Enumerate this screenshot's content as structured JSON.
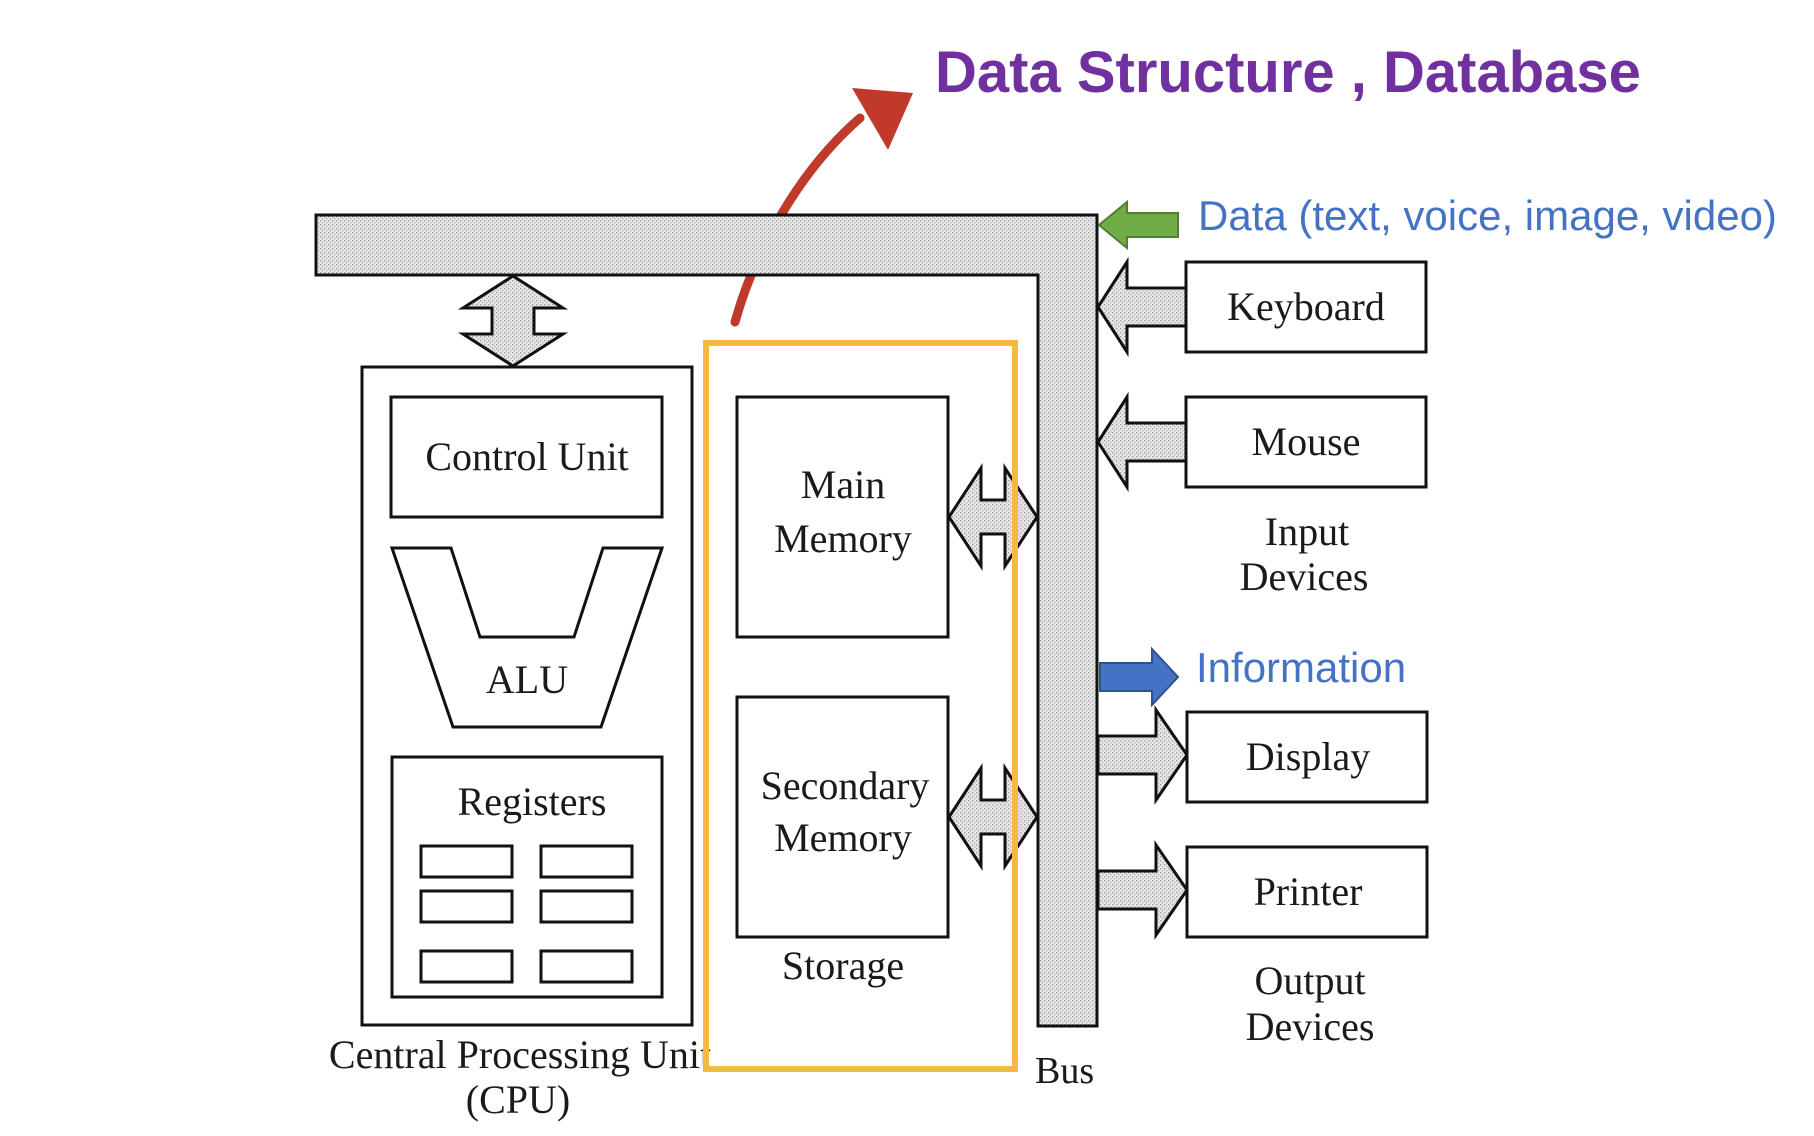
{
  "headline": "Data Structure , Database",
  "annotations": {
    "data_label": "Data (text, voice, image, video)",
    "information_label": "Information"
  },
  "cpu": {
    "control_unit": "Control Unit",
    "alu": "ALU",
    "registers": "Registers",
    "caption_line1": "Central Processing Unit",
    "caption_line2": "(CPU)"
  },
  "storage": {
    "main_memory_line1": "Main",
    "main_memory_line2": "Memory",
    "secondary_memory_line1": "Secondary",
    "secondary_memory_line2": "Memory",
    "caption": "Storage"
  },
  "bus_label": "Bus",
  "input_devices": {
    "keyboard": "Keyboard",
    "mouse": "Mouse",
    "caption_line1": "Input",
    "caption_line2": "Devices"
  },
  "output_devices": {
    "display": "Display",
    "printer": "Printer",
    "caption_line1": "Output",
    "caption_line2": "Devices"
  },
  "colors": {
    "headline": "#7030a0",
    "annotation_text": "#4472c4",
    "data_arrow": "#70ad47",
    "information_arrow": "#4472c4",
    "storage_highlight": "#f4b942",
    "curved_arrow": "#c0392b",
    "bus_fill": "#d9d9d9"
  }
}
